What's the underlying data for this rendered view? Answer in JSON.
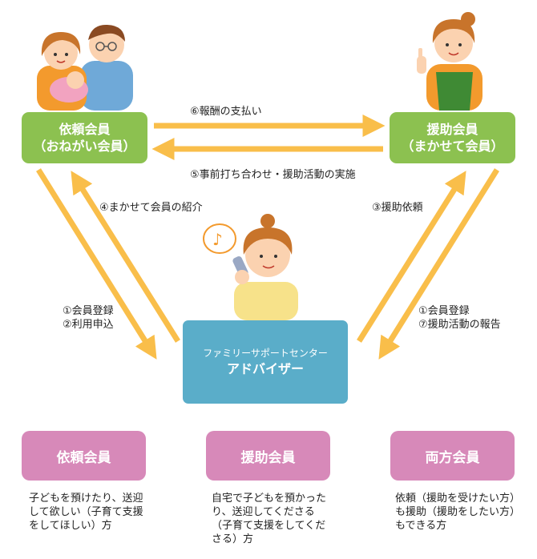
{
  "requester": {
    "title": "依頼会員",
    "subtitle": "（おねがい会員）"
  },
  "helper": {
    "title": "援助会員",
    "subtitle": "（まかせて会員）"
  },
  "center": {
    "title": "ファミリーサポートセンター",
    "subtitle": "アドバイザー"
  },
  "arrows": {
    "reward": "⑥報酬の支払い",
    "meeting": "⑤事前打ち合わせ・援助活動の実施",
    "introduce": "④まかせて会員の紹介",
    "request_support": "③援助依頼",
    "left_reg_1": "①会員登録",
    "left_reg_2": "②利用申込",
    "right_reg_1": "①会員登録",
    "right_reg_2": "⑦援助活動の報告"
  },
  "categories": [
    {
      "label": "依頼会員",
      "description": "子どもを預けたり、送迎して欲しい（子育て支援をしてほしい）方"
    },
    {
      "label": "援助会員",
      "description": "自宅で子どもを預かったり、送迎してくださる（子育て支援をしてくださる）方"
    },
    {
      "label": "両方会員",
      "description": "依頼（援助を受けたい方）も援助（援助をしたい方）もできる方"
    }
  ],
  "colors": {
    "green": "#8cc150",
    "blue": "#5aadc9",
    "pink": "#d789b9",
    "arrow": "#f9be4a"
  },
  "icons": [
    "family-illustration-icon",
    "helper-woman-illustration-icon",
    "advisor-phone-illustration-icon",
    "music-note-icon"
  ]
}
